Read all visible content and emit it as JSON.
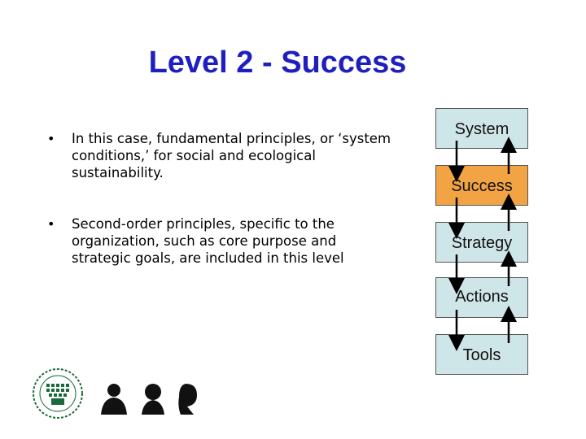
{
  "slide": {
    "title": "Level 2 - Success",
    "bullets": [
      "In this case, fundamental principles, or ‘system conditions,’ for social and ecological sustainability.",
      "Second-order principles, specific to the organization, such as core purpose and strategic goals, are included in this level"
    ],
    "bullet_glyph": "•"
  },
  "levels": [
    {
      "label": "System",
      "active": false
    },
    {
      "label": "Success",
      "active": true
    },
    {
      "label": "Strategy",
      "active": false
    },
    {
      "label": "Actions",
      "active": false
    },
    {
      "label": "Tools",
      "active": false
    }
  ],
  "colors": {
    "title": "#1f1fbf",
    "level_box": "#cfe6e9",
    "level_active": "#f2a445",
    "arrow": "#000000"
  },
  "decor": {
    "logo_icon": "university-seal-icon",
    "people_icon": "people-silhouettes-icon"
  }
}
